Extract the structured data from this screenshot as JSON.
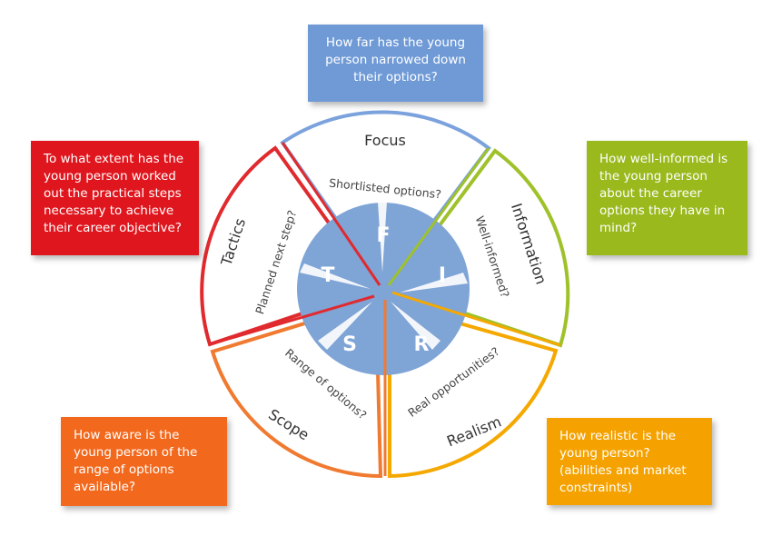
{
  "diagram": {
    "segments": [
      {
        "id": "focus",
        "title": "Focus",
        "question": "Shortlisted options?",
        "letter": "F",
        "color": "#7ba2dc"
      },
      {
        "id": "information",
        "title": "Information",
        "question": "Well-informed?",
        "letter": "I",
        "color": "#9fc12a"
      },
      {
        "id": "realism",
        "title": "Realism",
        "question": "Real opportunities?",
        "letter": "R",
        "color": "#f5a800"
      },
      {
        "id": "scope",
        "title": "Scope",
        "question": "Range of options?",
        "letter": "S",
        "color": "#f07a30"
      },
      {
        "id": "tactics",
        "title": "Tactics",
        "question": "Planned next step?",
        "letter": "T",
        "color": "#e02a2e"
      }
    ],
    "hub_color": "#7fa4d6"
  },
  "callouts": {
    "focus": "How far has the young person narrowed down their options?",
    "information": "How well-informed is the young person about the career options they have in mind?",
    "realism": "How realistic is the young person? (abilities and market constraints)",
    "scope": "How aware is the young person of the range of options available?",
    "tactics": "To what extent has the young person worked out the practical steps necessary to achieve their career objective?"
  }
}
